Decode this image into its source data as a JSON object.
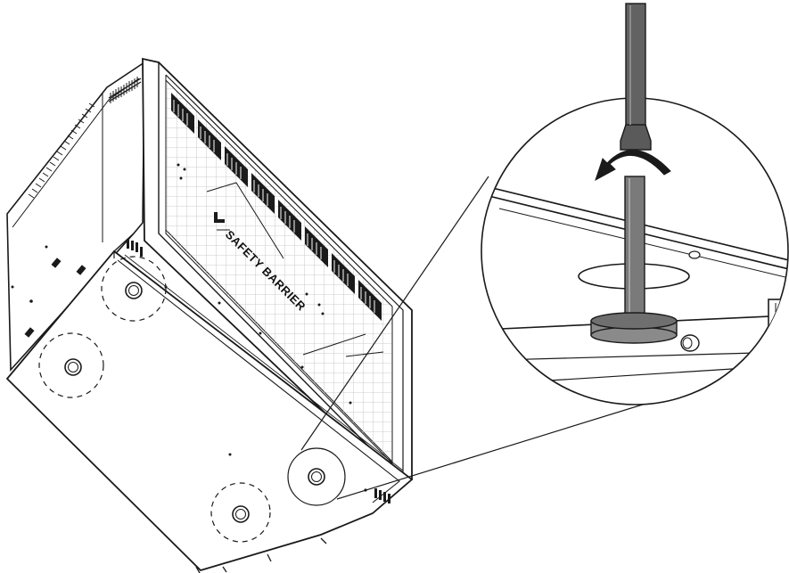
{
  "diagram": {
    "barrier_label": "SAFETY BARRIER",
    "callout": {
      "detail": "leveling-foot-adjustment",
      "rotation_arrow": "counterclockwise"
    },
    "feet": [
      {
        "id": "foot-1",
        "highlighted": false
      },
      {
        "id": "foot-2",
        "highlighted": false
      },
      {
        "id": "foot-3",
        "highlighted": false
      },
      {
        "id": "foot-4",
        "highlighted": true
      }
    ],
    "colors": {
      "line": "#1a1a1a",
      "tool_shaft": "#6e6e6e",
      "tool_handle": "#5a5a5a",
      "foot_fill": "#8a8a8a",
      "screen_grid": "#bdbdbd"
    }
  }
}
